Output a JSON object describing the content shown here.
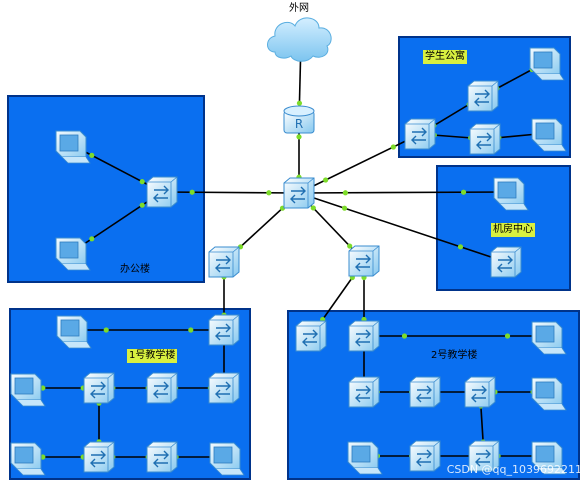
{
  "colors": {
    "zone_fill": "#0a6ff0",
    "zone_border": "#00338a",
    "link": "#000000",
    "port": "#7ddc2a",
    "cloud": "#9fd6f5",
    "device_light": "#e8f8ff",
    "device_dark": "#7fc4ee",
    "label_bg": "#d8f040"
  },
  "labels": {
    "internet": "外网",
    "dormitory": "学生公寓",
    "office": "办公楼",
    "machine_room": "机房中心",
    "building1": "1号教学楼",
    "building2": "2号教学楼"
  },
  "watermark": "CSDN @qq_1039692211",
  "diagram": {
    "icons": {
      "cloud": "cloud-icon",
      "router": "router-icon",
      "switch": "switch-icon",
      "pc": "pc-icon"
    }
  }
}
